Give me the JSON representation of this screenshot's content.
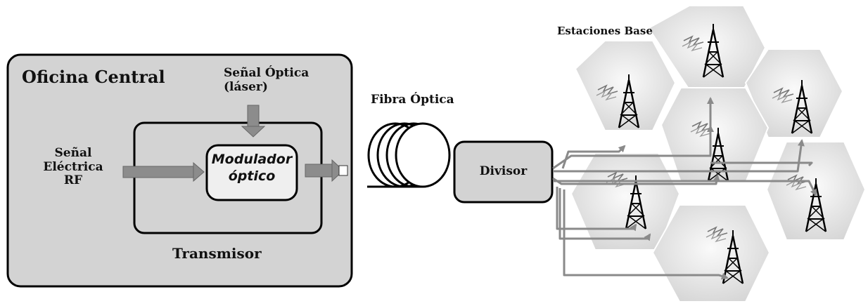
{
  "central_office": {
    "title": "Oficina Central"
  },
  "transmitter": {
    "label": "Transmisor"
  },
  "optical_signal": {
    "line1": "Señal Óptica",
    "line2": "(láser)"
  },
  "electrical_signal": {
    "line1": "Señal",
    "line2": "Eléctrica",
    "line3": "RF"
  },
  "modulator": {
    "line1": "Modulador",
    "line2": "óptico"
  },
  "fiber": {
    "label": "Fibra Óptica"
  },
  "splitter": {
    "label": "Divisor"
  },
  "base_stations": {
    "label": "Estaciones Base"
  },
  "colors": {
    "office_fill": "#d3d3d3",
    "arrow_fill": "#8c8c8c",
    "hex_fill": "#e6e6e6",
    "link_stroke": "#8a8a8a"
  }
}
